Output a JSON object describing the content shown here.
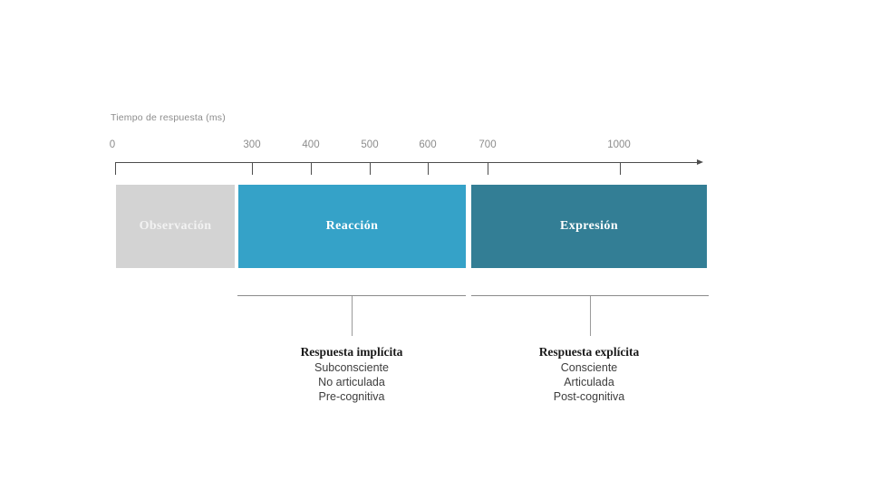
{
  "page": {
    "background": "#ffffff"
  },
  "axis": {
    "label": "Tiempo de respuesta (ms)",
    "ticks": [
      {
        "label": "0"
      },
      {
        "label": "300"
      },
      {
        "label": "400"
      },
      {
        "label": "500"
      },
      {
        "label": "600"
      },
      {
        "label": "700"
      },
      {
        "label": "1000"
      }
    ],
    "line_color": "#4d4d4d",
    "text_color": "#8c8c8c"
  },
  "segments": [
    {
      "label": "Observación",
      "color": "#d3d3d3",
      "text_color": "#f2f2f2"
    },
    {
      "label": "Reacción",
      "color": "#35a2c8",
      "text_color": "#ffffff"
    },
    {
      "label": "Expresión",
      "color": "#337e95",
      "text_color": "#ffffff"
    }
  ],
  "annotations": [
    {
      "title": "Respuesta implícita",
      "lines": [
        "Subconsciente",
        "No articulada",
        "Pre-cognitiva"
      ]
    },
    {
      "title": "Respuesta explícita",
      "lines": [
        "Consciente",
        "Articulada",
        "Post-cognitiva"
      ]
    }
  ],
  "bracket_color": "#8a8a8a"
}
